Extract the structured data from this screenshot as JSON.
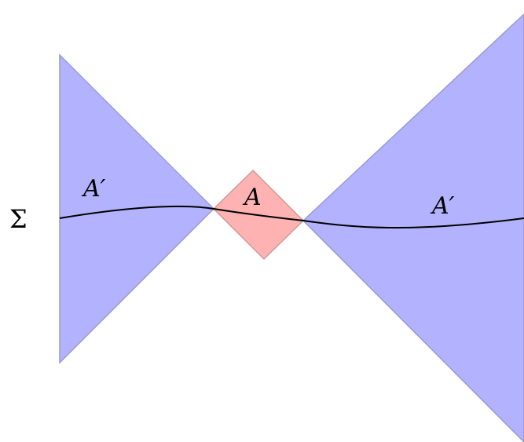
{
  "labels": {
    "surface": "Σ",
    "region_a": "A",
    "complement_left": "A′",
    "complement_right": "A′"
  },
  "colors": {
    "complement_fill": "#b2b2ff",
    "region_a_fill": "#ffb2b2",
    "curve": "#000000"
  }
}
